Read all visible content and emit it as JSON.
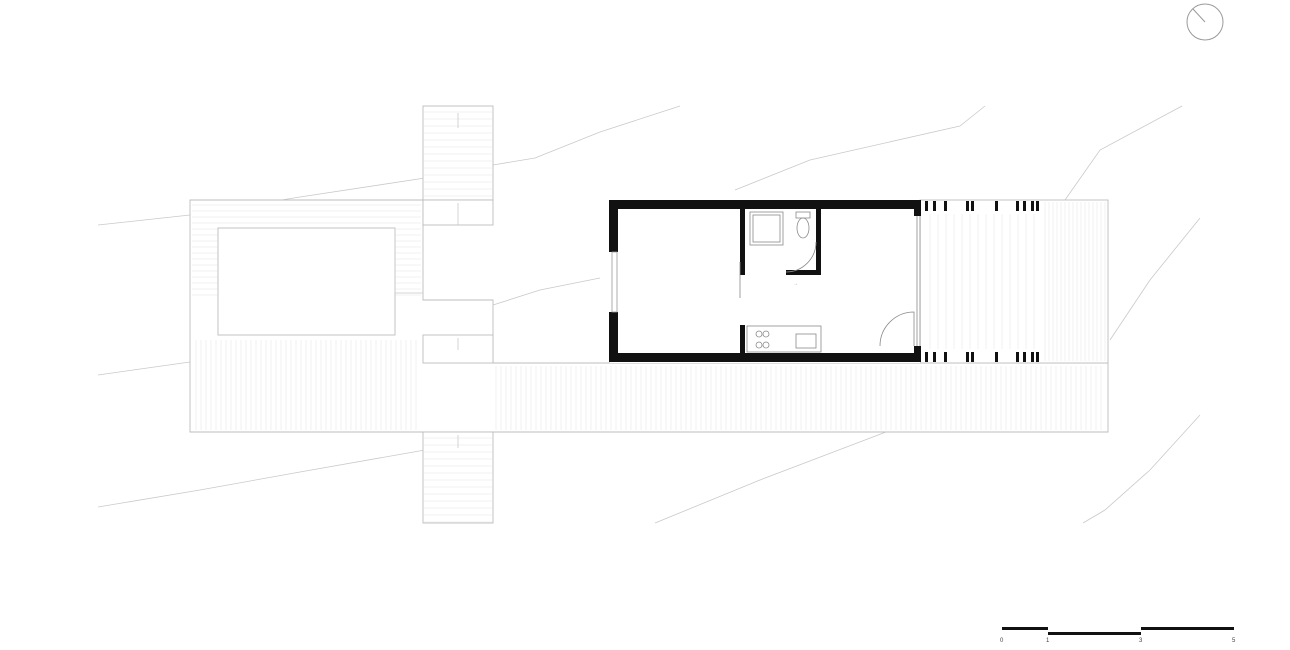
{
  "drawing": {
    "type": "floor plan",
    "line_color": "#c9c9c9",
    "wall_color": "#111111"
  },
  "north_arrow": {
    "icon": "north-arrow-circle"
  },
  "scale_bar": {
    "labels": [
      "0",
      "1",
      "3",
      "5"
    ]
  }
}
